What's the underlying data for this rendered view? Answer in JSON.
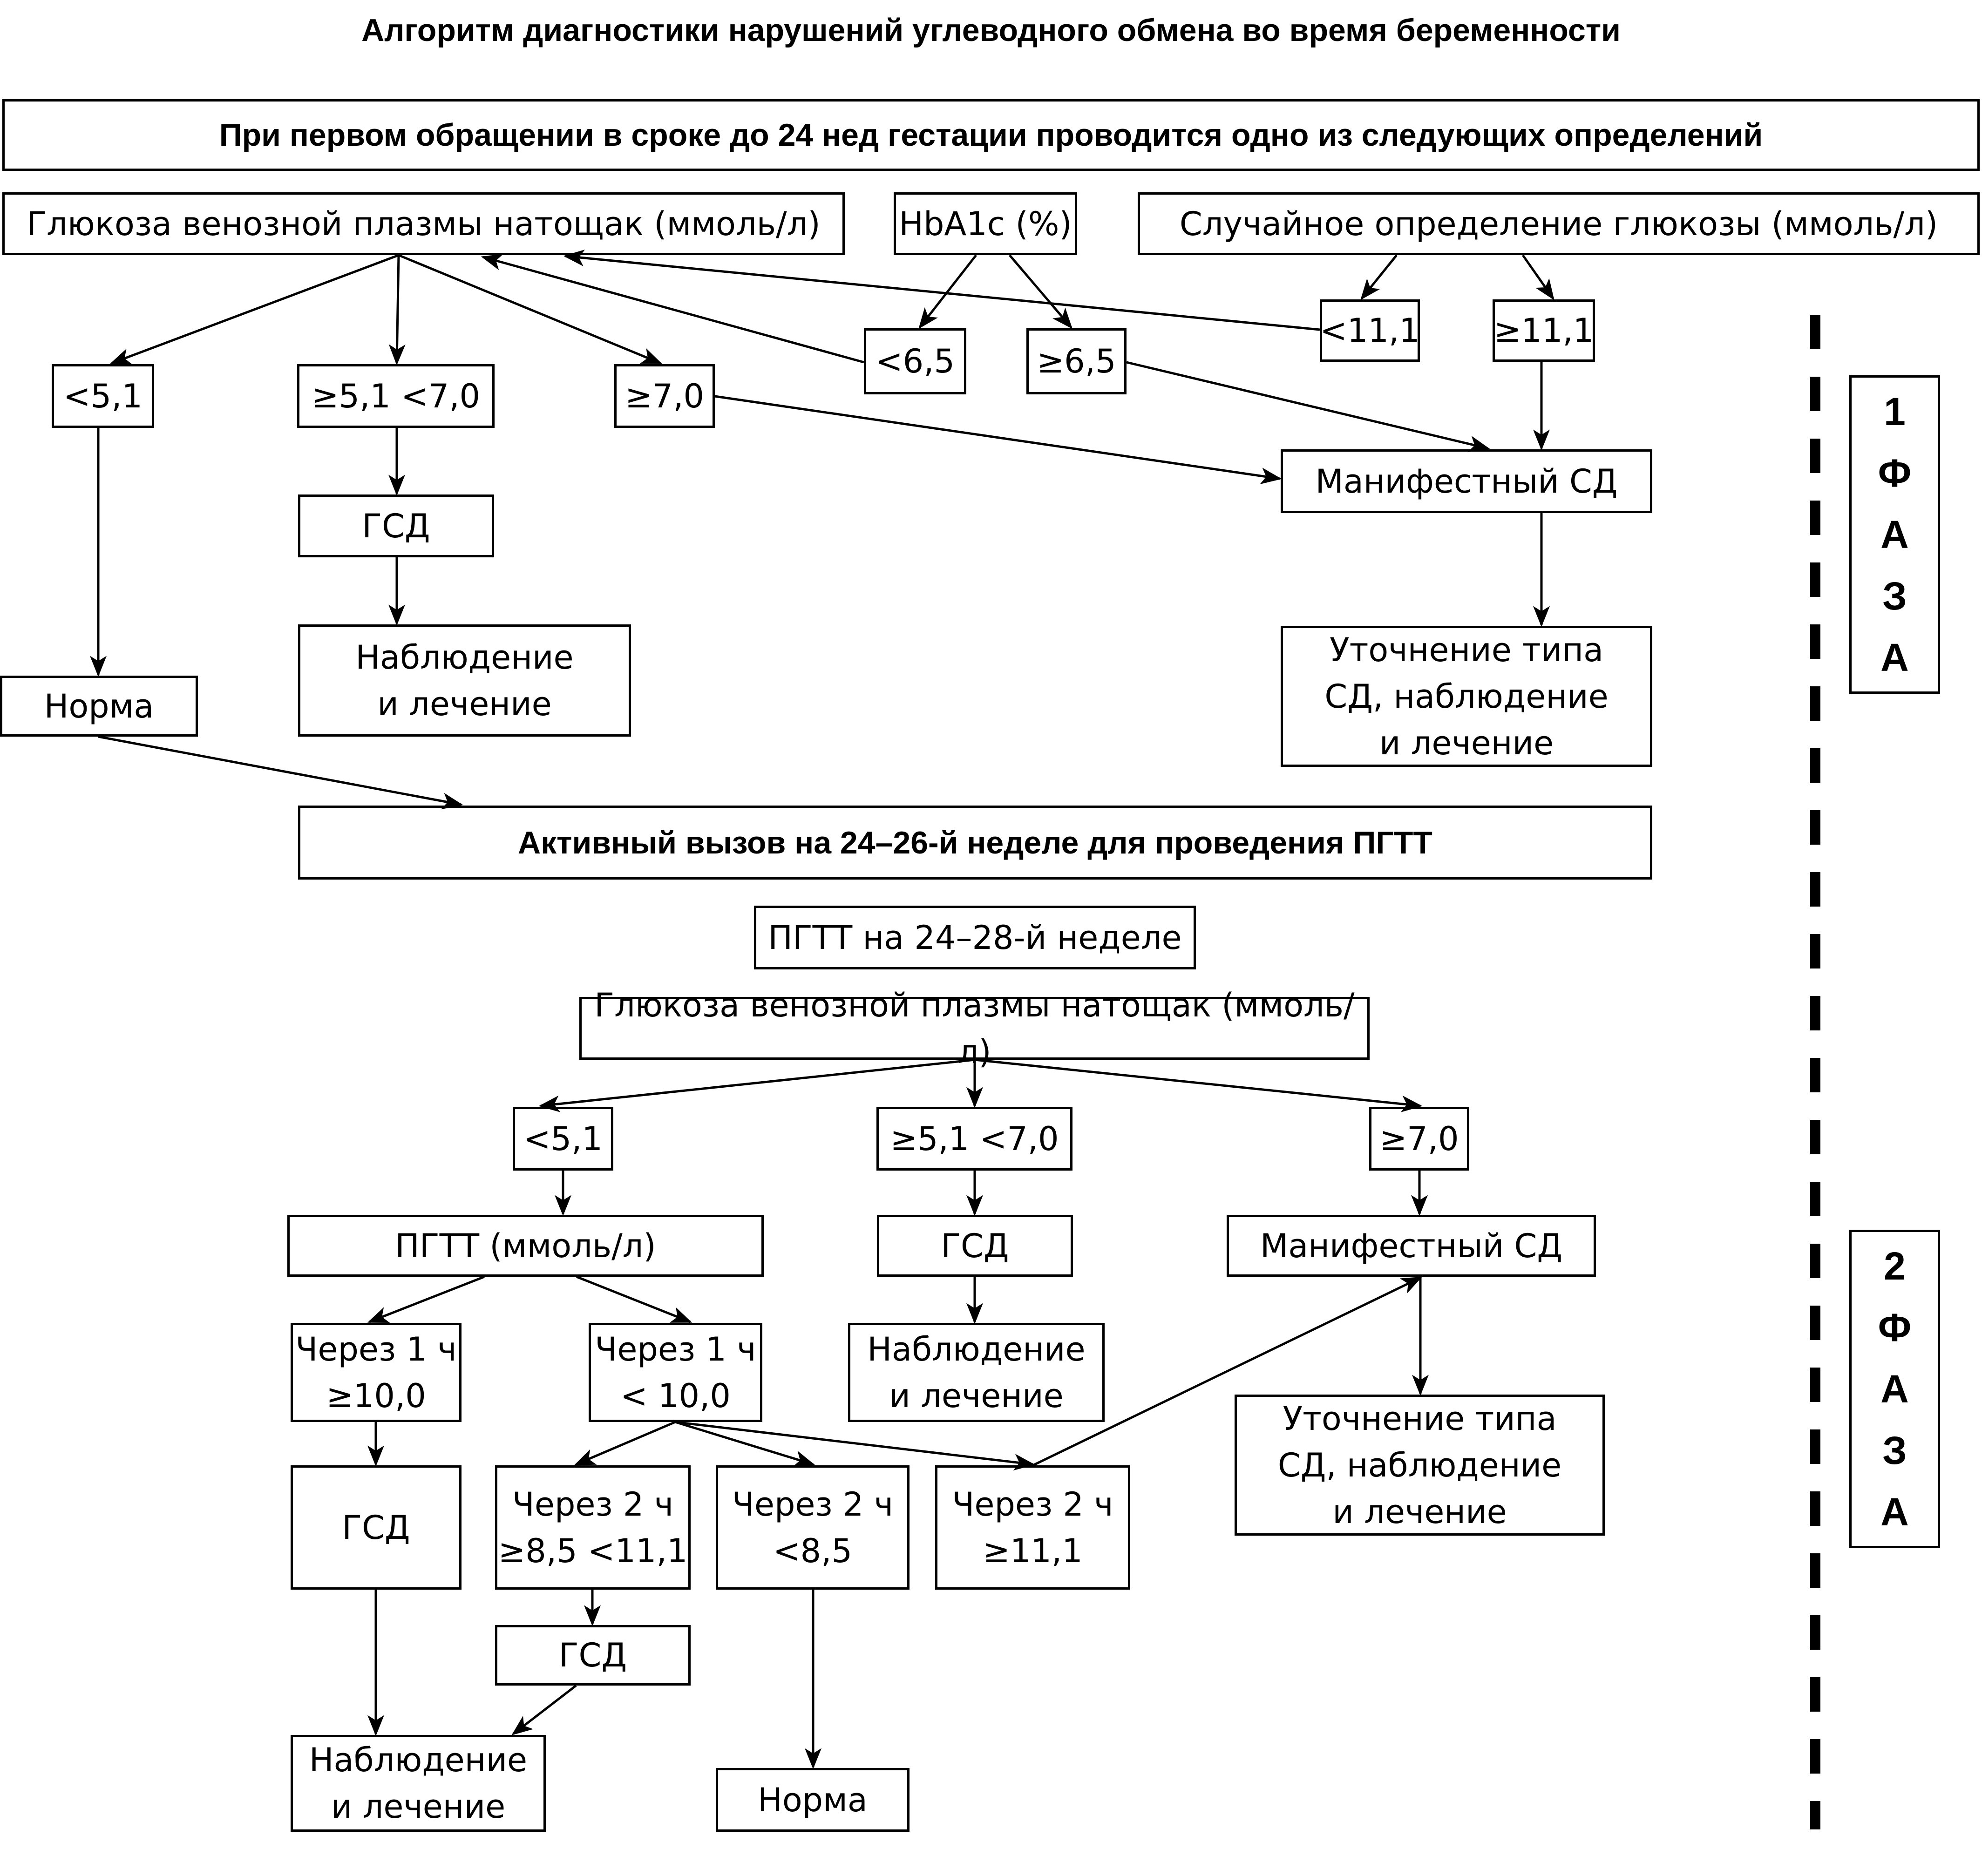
{
  "title": "Алгоритм диагностики нарушений углеводного обмена во время беременности",
  "phase1": {
    "header": "При первом обращении в сроке до 24 нед гестации проводится одно из следующих определений",
    "fasting_glucose": "Глюкоза венозной плазмы натощак (ммоль/л)",
    "hba1c": "HbA1c (%)",
    "random_glucose": "Случайное определение глюкозы (ммоль/л)",
    "fg_lt": "<5,1",
    "fg_mid": "≥5,1 <7,0",
    "fg_ge": "≥7,0",
    "hb_lt": "<6,5",
    "hb_ge": "≥6,5",
    "rg_lt": "<11,1",
    "rg_ge": "≥11,1",
    "gdm": "ГСД",
    "observe": "Наблюдение\nи лечение",
    "norm": "Норма",
    "manifest": "Манифестный СД",
    "clarify": "Уточнение типа\nСД, наблюдение\nи лечение",
    "phase_label": "1\nФ\nА\nЗ\nА"
  },
  "active_call": "Активный вызов на 24–26-й неделе для проведения ПГТТ",
  "phase2": {
    "ogtt_week": "ПГТТ на 24–28-й неделе",
    "fasting_glucose": "Глюкоза венозной плазмы натощак (ммоль/л)",
    "fg_lt": "<5,1",
    "fg_mid": "≥5,1 <7,0",
    "fg_ge": "≥7,0",
    "ogtt": "ПГТТ (ммоль/л)",
    "gdm_mid": "ГСД",
    "observe_mid": "Наблюдение\nи лечение",
    "manifest": "Манифестный СД",
    "h1_ge": "Через 1 ч\n≥10,0",
    "h1_lt": "Через 1 ч\n< 10,0",
    "clarify": "Уточнение типа\nСД, наблюдение\nи лечение",
    "gdm_h1": "ГСД",
    "h2_mid": "Через 2 ч\n≥8,5 <11,1",
    "h2_lt": "Через 2 ч\n<8,5",
    "h2_ge": "Через 2 ч\n≥11,1",
    "gdm_h2": "ГСД",
    "observe_bottom": "Наблюдение\nи лечение",
    "norm": "Норма",
    "phase_label": "2\nФ\nА\nЗ\nА"
  }
}
